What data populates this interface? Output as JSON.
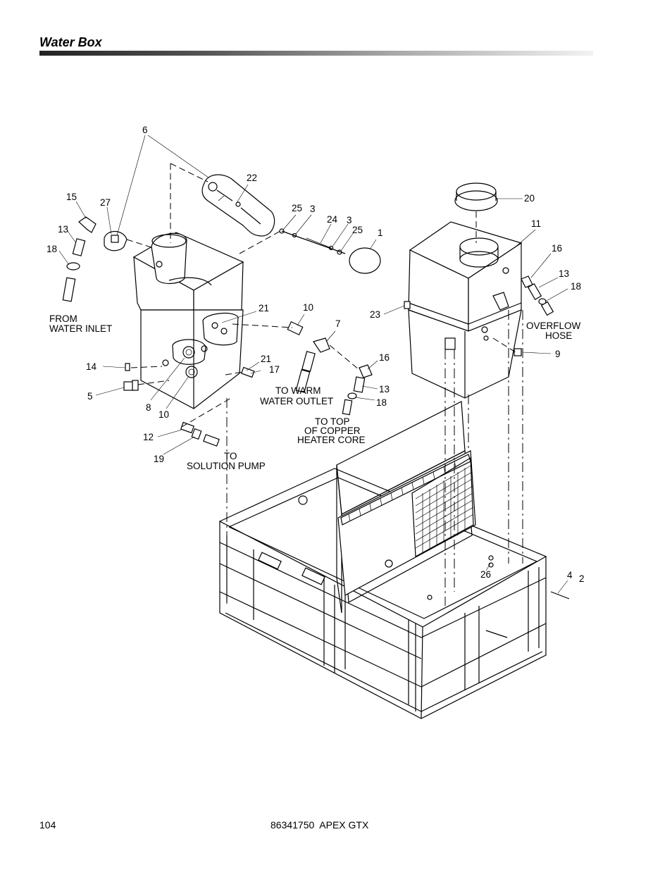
{
  "header": {
    "title": "Water Box"
  },
  "footer": {
    "page_number": "104",
    "doc": "86341750  APEX GTX"
  },
  "callouts": [
    {
      "id": "c6",
      "text": "6"
    },
    {
      "id": "c22",
      "text": "22"
    },
    {
      "id": "c15",
      "text": "15"
    },
    {
      "id": "c27",
      "text": "27"
    },
    {
      "id": "c13a",
      "text": "13"
    },
    {
      "id": "c18a",
      "text": "18"
    },
    {
      "id": "c25a",
      "text": "25"
    },
    {
      "id": "c3a",
      "text": "3"
    },
    {
      "id": "c24",
      "text": "24"
    },
    {
      "id": "c3b",
      "text": "3"
    },
    {
      "id": "c25b",
      "text": "25"
    },
    {
      "id": "c1",
      "text": "1"
    },
    {
      "id": "c20",
      "text": "20"
    },
    {
      "id": "c11",
      "text": "11"
    },
    {
      "id": "c16a",
      "text": "16"
    },
    {
      "id": "c13b",
      "text": "13"
    },
    {
      "id": "c18b",
      "text": "18"
    },
    {
      "id": "c21a",
      "text": "21"
    },
    {
      "id": "c10a",
      "text": "10"
    },
    {
      "id": "c7",
      "text": "7"
    },
    {
      "id": "c23",
      "text": "23"
    },
    {
      "id": "c9",
      "text": "9"
    },
    {
      "id": "c14",
      "text": "14"
    },
    {
      "id": "c21b",
      "text": "21"
    },
    {
      "id": "c17",
      "text": "17"
    },
    {
      "id": "c16b",
      "text": "16"
    },
    {
      "id": "c5",
      "text": "5"
    },
    {
      "id": "c8",
      "text": "8"
    },
    {
      "id": "c10b",
      "text": "10"
    },
    {
      "id": "c13c",
      "text": "13"
    },
    {
      "id": "c18c",
      "text": "18"
    },
    {
      "id": "c12",
      "text": "12"
    },
    {
      "id": "c19",
      "text": "19"
    },
    {
      "id": "c26",
      "text": "26"
    },
    {
      "id": "c4",
      "text": "4"
    },
    {
      "id": "c2",
      "text": "2"
    }
  ],
  "notes": {
    "from_water_inlet": [
      "FROM",
      "WATER INLET"
    ],
    "overflow_hose": [
      "OVERFLOW",
      "HOSE"
    ],
    "to_warm_water_outlet": [
      "TO WARM",
      "WATER OUTLET"
    ],
    "to_top_copper_heater": [
      "TO TOP",
      "OF COPPER",
      "HEATER CORE"
    ],
    "to_solution_pump": [
      "TO",
      "SOLUTION PUMP"
    ]
  }
}
